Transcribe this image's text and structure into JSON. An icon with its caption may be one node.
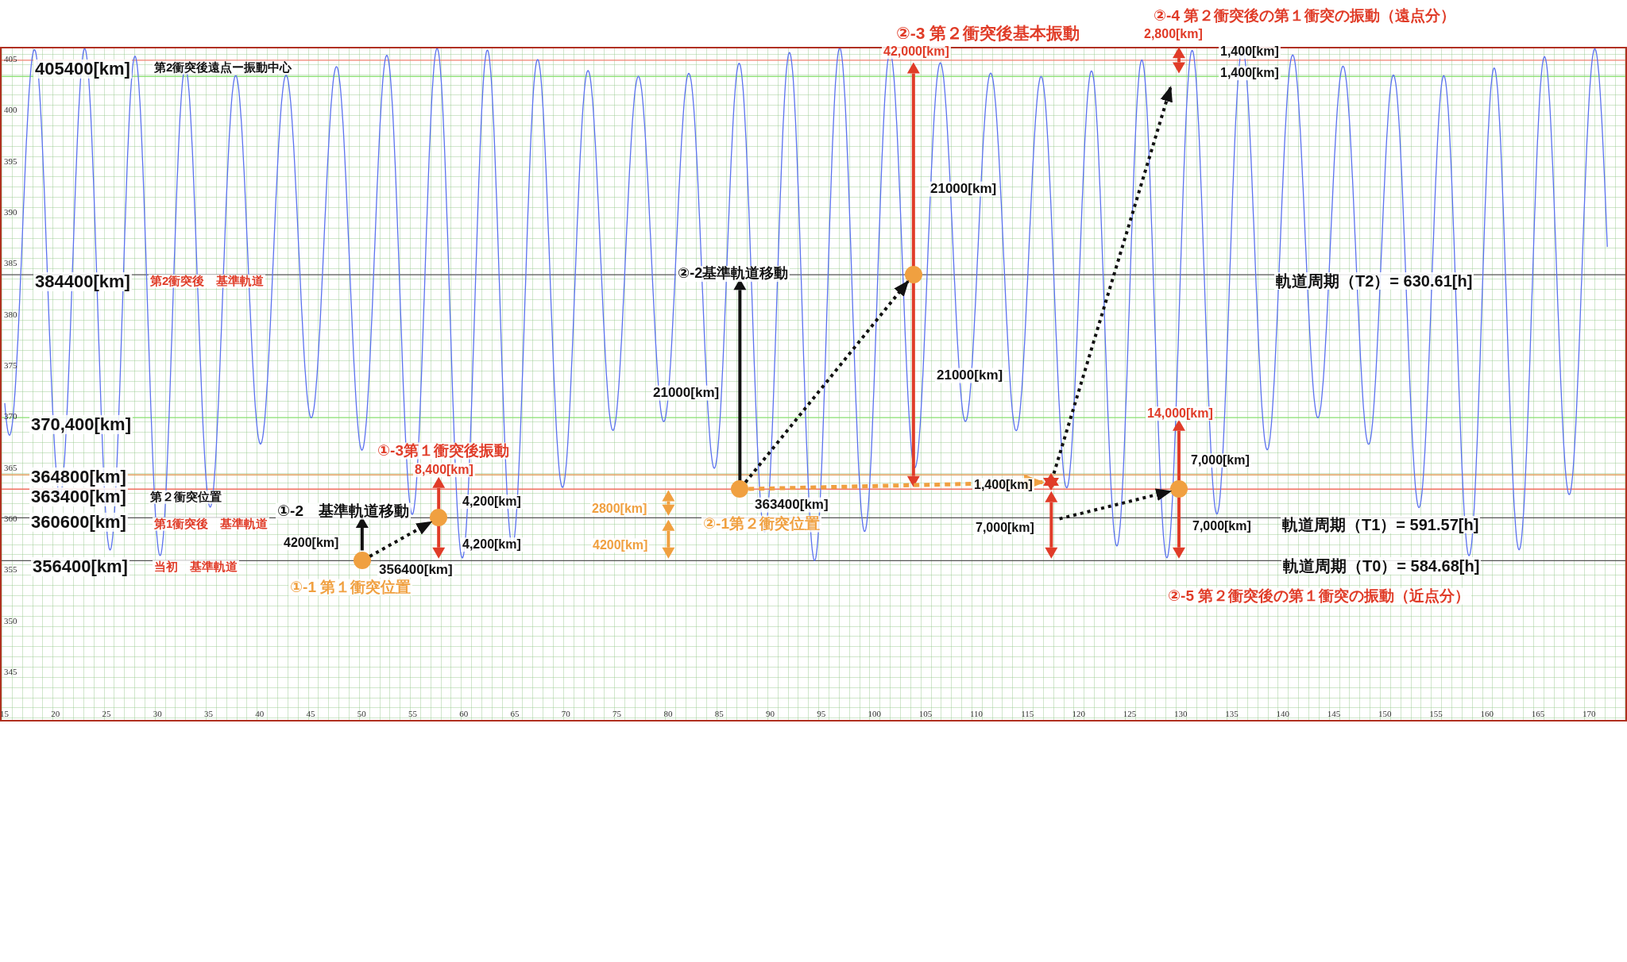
{
  "diagram": {
    "nodes": [
      {
        "text": [],
        "shape": "circle",
        "beside": [
          "356400[km]",
          "①-1 第１衝突位置"
        ]
      },
      {
        "text": [],
        "shape": "circle"
      },
      {
        "text": [],
        "shape": "circle",
        "beside": [
          "363400[km]",
          "②-1第２衝突位置"
        ]
      },
      {
        "text": [],
        "shape": "circle"
      },
      {
        "text": [],
        "shape": "star"
      },
      {
        "text": [],
        "shape": "circle"
      },
      {
        "text": [
          "2,800[km]"
        ]
      }
    ],
    "edges": [
      {
        "from": 0,
        "to": 1,
        "arrow": "to",
        "style": "dashed"
      },
      {
        "from": 2,
        "to": 3,
        "arrow": "to",
        "style": "dashed"
      },
      {
        "from": 2,
        "to": 4,
        "arrow": "to",
        "style": "dashed",
        "color": "#f0a040"
      },
      {
        "from": 4,
        "to": 6,
        "arrow": "to",
        "style": "dashed"
      },
      {
        "from": null,
        "to": 5,
        "arrow": "to",
        "style": "dashed"
      }
    ],
    "labels": [
      "②-4 第２衝突後の第１衝突の振動（遠点分）",
      "②-3 第２衝突後基本振動",
      "42,000[km]",
      "1,400[km]",
      "405400[km]",
      "第2衝突後遠点ー振動中心",
      "1,400[km]",
      "21000[km]",
      "②-2基準軌道移動",
      "384400[km]",
      "第2衝突後　基準軌道",
      "軌道周期（T2）= 630.61[h]",
      "21000[km]",
      "21000[km]",
      "14,000[km]",
      "370,400[km]",
      "①-3第１衝突後振動",
      "7,000[km]",
      "364800[km]",
      "8,400[km]",
      "1,400[km]",
      "363400[km]",
      "第２衝突位置",
      "4,200[km]",
      "①-2　基準軌道移動",
      "2800[km]",
      "360600[km]",
      "第1衝突後　基準軌道",
      "7,000[km]",
      "7,000[km]",
      "軌道周期（T1）= 591.57[h]",
      "4200[km]",
      "4,200[km]",
      "4200[km]",
      "356400[km]",
      "当初　基準軌道",
      "軌道周期（T0）= 584.68[h]",
      "②-5 第２衝突後の第１衝突の振動（近点分）",
      "405",
      "400",
      "395",
      "390",
      "385",
      "380",
      "375",
      "370",
      "365",
      "360",
      "355",
      "350",
      "345",
      "15",
      "20",
      "25",
      "30",
      "35",
      "40",
      "45",
      "50",
      "55",
      "60",
      "65",
      "70",
      "75",
      "80",
      "85",
      "90",
      "95",
      "100",
      "105",
      "110",
      "115",
      "120",
      "125",
      "130",
      "135",
      "140",
      "145",
      "150",
      "155",
      "160",
      "165",
      "170"
    ]
  }
}
